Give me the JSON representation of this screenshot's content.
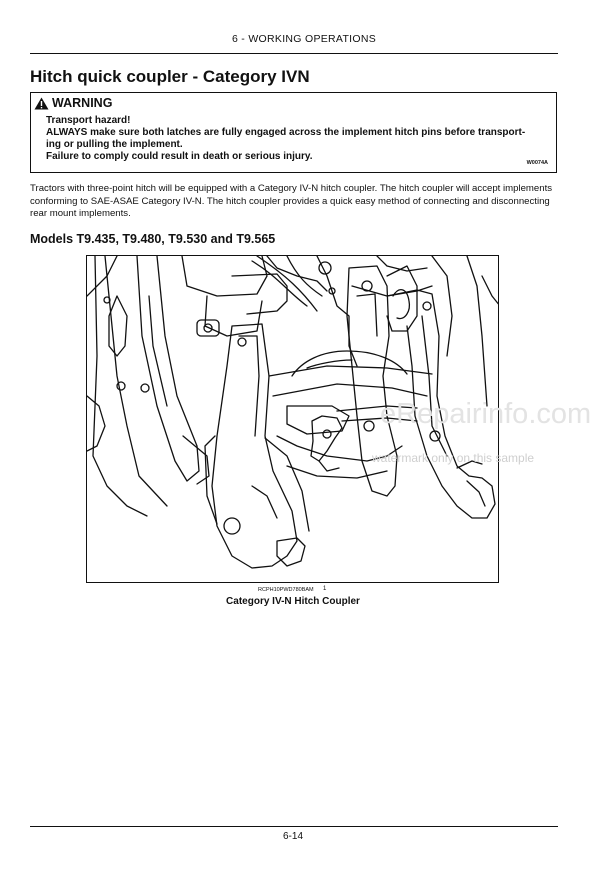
{
  "header": {
    "section": "6 - WORKING OPERATIONS"
  },
  "title": "Hitch quick coupler - Category IVN",
  "warning": {
    "heading": "WARNING",
    "lines": [
      "Transport hazard!",
      "ALWAYS make sure both latches are fully engaged across the implement hitch pins before transport-",
      "ing or pulling the implement.",
      "Failure to comply could result in death or serious injury."
    ],
    "code": "W0074A"
  },
  "body_text": "Tractors with three-point hitch will be equipped with a Category IV-N hitch coupler.  The hitch coupler will accept implements conforming to SAE-ASAE Category IV-N. The hitch coupler provides a quick easy method of connecting and disconnecting rear mount implements.",
  "subheading": "Models T9.435, T9.480, T9.530 and T9.565",
  "figure": {
    "code": "RCPH10PWD780BAM",
    "number": "1",
    "caption": "Category IV-N Hitch Coupler"
  },
  "watermark": {
    "main": "eRepairinfo.com",
    "sub": "watermark only on this sample"
  },
  "footer": {
    "page": "6-14"
  }
}
